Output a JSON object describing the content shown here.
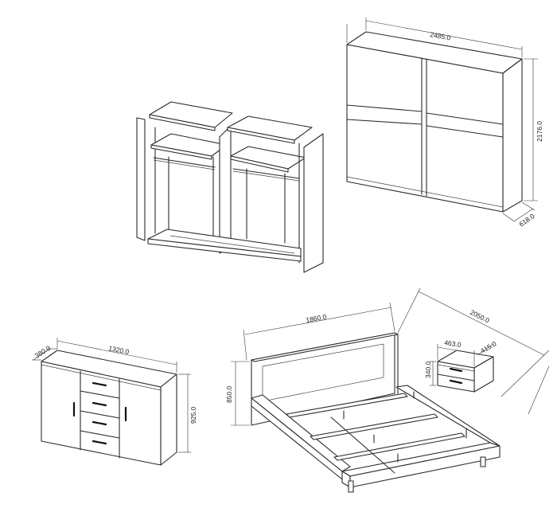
{
  "dimensions": {
    "wardrobe_width": "2485.0",
    "wardrobe_height": "2176.0",
    "wardrobe_depth": "618.0",
    "sideboard_depth": "380.0",
    "sideboard_width": "1320.0",
    "sideboard_height": "925.0",
    "bed_width": "1860.0",
    "bed_headboard_height": "850.0",
    "bed_length": "2050.0",
    "nightstand_width": "463.0",
    "nightstand_depth": "415.0",
    "nightstand_height": "340.0"
  }
}
